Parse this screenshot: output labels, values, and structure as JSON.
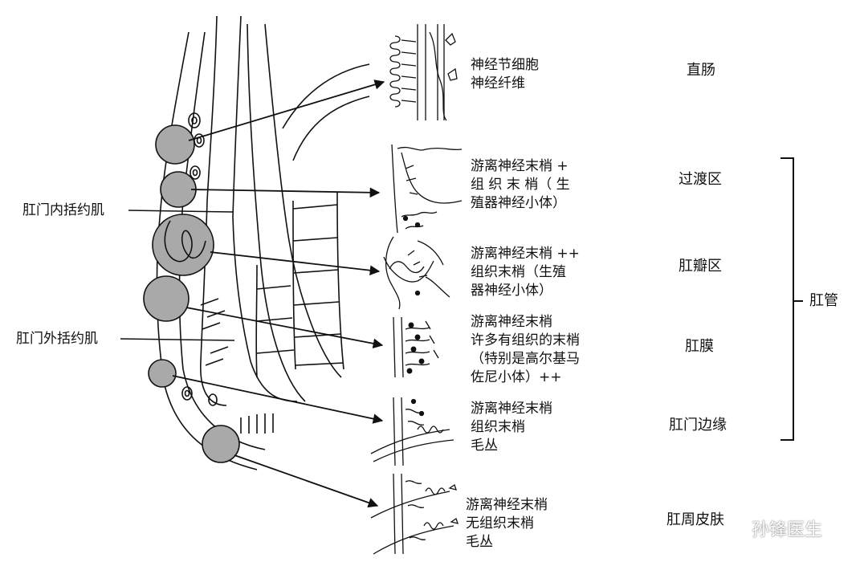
{
  "labels": {
    "internal_sphincter": "肛门内括约肌",
    "external_sphincter": "肛门外括约肌"
  },
  "descriptions": [
    [
      "神经节细胞",
      "神经纤维"
    ],
    [
      "游离神经末梢 +",
      "组 织 末 梢（ 生",
      "殖器神经小体）"
    ],
    [
      "游离神经末梢 ++",
      "组织末梢（生殖",
      "器神经小体）"
    ],
    [
      "游离神经末梢",
      "许多有组织的末梢",
      "（特别是高尔基马",
      "佐尼小体）++"
    ],
    [
      "游离神经末梢",
      "组织末梢",
      "毛丛"
    ],
    [
      "游离神经末梢",
      "无组织末梢",
      "毛丛"
    ]
  ],
  "regions": [
    "直肠",
    "过渡区",
    "肛瓣区",
    "肛膜",
    "肛门边缘",
    "肛周皮肤"
  ],
  "bracket_label": "肛管",
  "watermark": {
    "text": "孙锋医生",
    "icon": "wechat-icon"
  }
}
